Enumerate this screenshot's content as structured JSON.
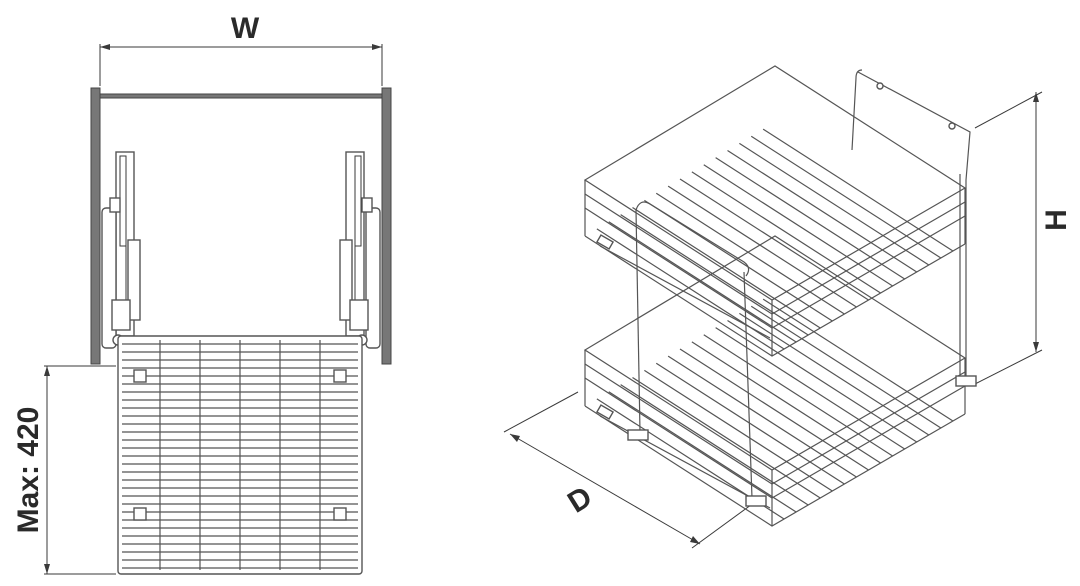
{
  "dimensions": {
    "width_label": "W",
    "height_label": "H",
    "depth_label": "D",
    "extension_label": "Max: 420"
  },
  "colors": {
    "line": "#3a3a3a",
    "wire": "#555555",
    "panel": "#777777",
    "background": "#ffffff"
  }
}
